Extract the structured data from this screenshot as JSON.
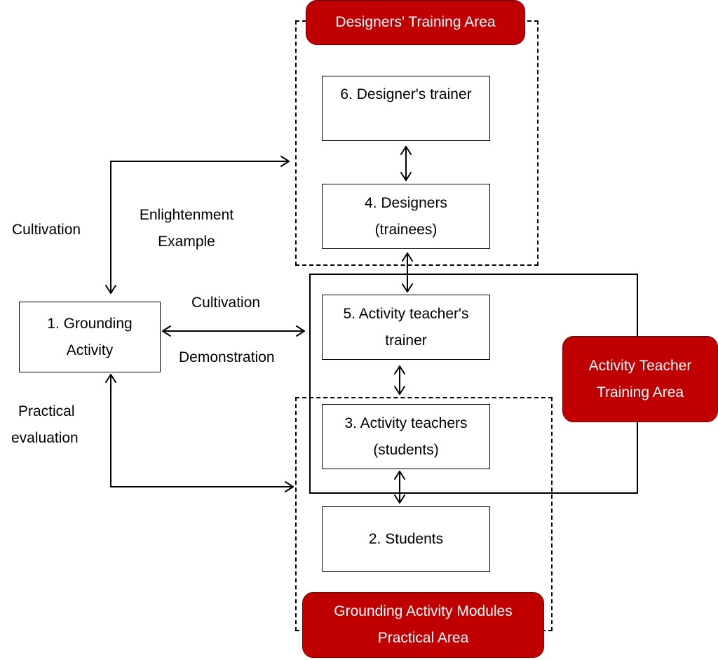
{
  "areas": {
    "designers_training": "Designers' Training Area",
    "teacher_training_line1": "Activity Teacher",
    "teacher_training_line2": "Training Area",
    "practical_line1": "Grounding Activity Modules",
    "practical_line2": "Practical Area"
  },
  "nodes": {
    "n1_line1": "1. Grounding",
    "n1_line2": "Activity",
    "n2": "2. Students",
    "n3_line1": "3. Activity teachers",
    "n3_line2": "(students)",
    "n4_line1": "4. Designers",
    "n4_line2": "(trainees)",
    "n5_line1": "5. Activity teacher's",
    "n5_line2": "trainer",
    "n6": "6. Designer's trainer"
  },
  "edge_labels": {
    "cultivation_left": "Cultivation",
    "enlightenment_line1": "Enlightenment",
    "enlightenment_line2": "Example",
    "cultivation_mid": "Cultivation",
    "demonstration": "Demonstration",
    "practical_line1": "Practical",
    "practical_line2": "evaluation"
  }
}
